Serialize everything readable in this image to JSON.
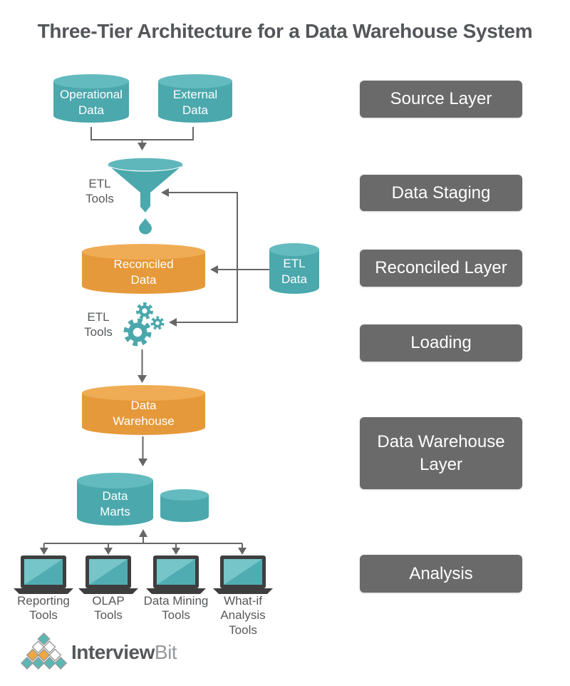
{
  "title": "Three-Tier Architecture for a Data Warehouse System",
  "colors": {
    "teal": "#4ba8ad",
    "teal_light": "#63bbbf",
    "orange": "#e6993a",
    "orange_light": "#f0ac55",
    "stage_label_bg": "#6a6a6a",
    "arrow": "#666666",
    "text_gray": "#56585b",
    "laptop_dark": "#3e3e3e"
  },
  "nodes": {
    "operational_data": "Operational\nData",
    "external_data": "External\nData",
    "etl_tools_funnel": "ETL\nTools",
    "reconciled_data": "Reconciled\nData",
    "etl_data": "ETL\nData",
    "etl_tools_gears": "ETL\nTools",
    "data_warehouse": "Data\nWarehouse",
    "data_marts": "Data\nMarts"
  },
  "stages": [
    {
      "label": "Source Layer"
    },
    {
      "label": "Data Staging"
    },
    {
      "label": "Reconciled Layer"
    },
    {
      "label": "Loading"
    },
    {
      "label": "Data Warehouse\nLayer"
    },
    {
      "label": "Analysis"
    }
  ],
  "tools": [
    {
      "label": "Reporting\nTools"
    },
    {
      "label": "OLAP\nTools"
    },
    {
      "label": "Data Mining\nTools"
    },
    {
      "label": "What-if\nAnalysis\nTools"
    }
  ],
  "brand": {
    "primary": "Interview",
    "secondary": "Bit"
  }
}
